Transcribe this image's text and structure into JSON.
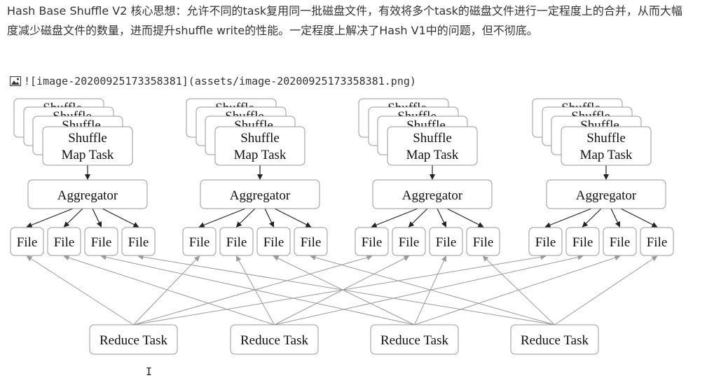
{
  "paragraph": "Hash Base Shuffle V2 核心思想：允许不同的task复用同一批磁盘文件，有效将多个task的磁盘文件进行一定程度上的合并，从而大幅度减少磁盘文件的数量，进而提升shuffle write的性能。一定程度上解决了Hash V1中的问题，但不彻底。",
  "image_ref": {
    "icon": "image-icon",
    "text": "![image-20200925173358381](assets/image-20200925173358381.png)"
  },
  "diagram": {
    "stack_back_label": "Shuffle",
    "map_task_line1": "Shuffle",
    "map_task_line2": "Map Task",
    "aggregator_label": "Aggregator",
    "file_label": "File",
    "reduce_label": "Reduce Task",
    "groups": 4,
    "files_per_group": 4,
    "reducers": 4
  },
  "cursor": "I"
}
